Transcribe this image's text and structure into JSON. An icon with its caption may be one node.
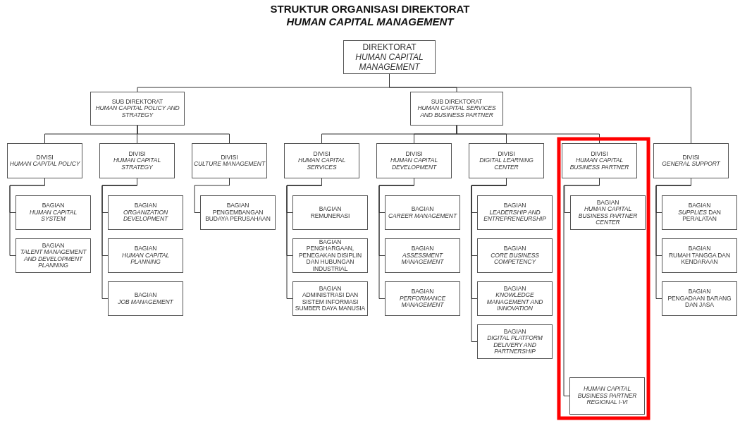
{
  "diagram": {
    "title": "STRUKTUR ORGANISASI DIREKTORAT *HUMAN CAPITAL MANAGEMENT*",
    "nodes": [
      {
        "text": [
          "DIREKTORAT",
          "*HUMAN CAPITAL MANAGEMENT*"
        ]
      },
      {
        "text": [
          "SUB DIREKTORAT",
          "*HUMAN CAPITAL POLICY AND STRATEGY*"
        ]
      },
      {
        "text": [
          "SUB DIREKTORAT",
          "*HUMAN CAPITAL SERVICES AND BUSINESS PARTNER*"
        ]
      },
      {
        "text": [
          "DIVISI",
          "*HUMAN CAPITAL POLICY*"
        ]
      },
      {
        "text": [
          "BAGIAN",
          "*HUMAN CAPITAL SYSTEM*"
        ]
      },
      {
        "text": [
          "BAGIAN",
          "*TALENT MANAGEMENT AND DEVELOPMENT PLANNING*"
        ]
      },
      {
        "text": [
          "DIVISI",
          "*HUMAN CAPITAL STRATEGY*"
        ]
      },
      {
        "text": [
          "BAGIAN",
          "*ORGANIZATION DEVELOPMENT*"
        ]
      },
      {
        "text": [
          "BAGIAN",
          "*HUMAN CAPITAL PLANNING*"
        ]
      },
      {
        "text": [
          "BAGIAN",
          "*JOB MANAGEMENT*"
        ]
      },
      {
        "text": [
          "DIVISI",
          "*CULTURE MANAGEMENT*"
        ]
      },
      {
        "text": [
          "BAGIAN",
          "PENGEMBANGAN BUDAYA PERUSAHAAN"
        ]
      },
      {
        "text": [
          "DIVISI",
          "*HUMAN CAPITAL SERVICES*"
        ]
      },
      {
        "text": [
          "BAGIAN",
          "REMUNERASI"
        ]
      },
      {
        "text": [
          "BAGIAN",
          "PENGHARGAAN, PENEGAKAN DISIPLIN DAN HUBUNGAN INDUSTRIAL"
        ]
      },
      {
        "text": [
          "BAGIAN",
          "ADMINISTRASI DAN SISTEM INFORMASI SUMBER DAYA MANUSIA"
        ]
      },
      {
        "text": [
          "DIVISI",
          "*HUMAN CAPITAL DEVELOPMENT*"
        ]
      },
      {
        "text": [
          "BAGIAN",
          "*CAREER MANAGEMENT*"
        ]
      },
      {
        "text": [
          "BAGIAN",
          "*ASSESSMENT MANAGEMENT*"
        ]
      },
      {
        "text": [
          "BAGIAN",
          "*PERFORMANCE MANAGEMENT*"
        ]
      },
      {
        "text": [
          "DIVISI",
          "*DIGITAL LEARNING CENTER*"
        ]
      },
      {
        "text": [
          "BAGIAN",
          "*LEADERSHIP AND ENTREPRENEURSHIP*"
        ]
      },
      {
        "text": [
          "BAGIAN",
          "*CORE BUSINESS COMPETENCY*"
        ]
      },
      {
        "text": [
          "BAGIAN",
          "*KNOWLEDGE MANAGEMENT AND INNOVATION*"
        ]
      },
      {
        "text": [
          "BAGIAN",
          "*DIGITAL PLATFORM DELIVERY AND PARTNERSHIP*"
        ]
      },
      {
        "text": [
          "DIVISI",
          "*HUMAN CAPITAL BUSINESS PARTNER*"
        ]
      },
      {
        "text": [
          "BAGIAN",
          "*HUMAN CAPITAL BUSINESS PARTNER CENTER*"
        ]
      },
      {
        "text": [
          "*HUMAN CAPITAL BUSINESS PARTNER REGIONAL I-VI*"
        ]
      },
      {
        "text": [
          "DIVISI",
          "*GENERAL SUPPORT*"
        ]
      },
      {
        "text": [
          "BAGIAN",
          "*SUPPLIES* DAN PERALATAN"
        ]
      },
      {
        "text": [
          "BAGIAN",
          "RUMAH TANGGA DAN KENDARAAN"
        ]
      },
      {
        "text": [
          "BAGIAN",
          "PENGADAAN BARANG DAN JASA"
        ]
      }
    ],
    "edges": [
      {
        "from": 0,
        "to": 1,
        "arrow": "none"
      },
      {
        "from": 0,
        "to": 2,
        "arrow": "none"
      },
      {
        "from": 0,
        "to": 28,
        "arrow": "none"
      },
      {
        "from": 1,
        "to": 3,
        "arrow": "none"
      },
      {
        "from": 1,
        "to": 6,
        "arrow": "none"
      },
      {
        "from": 1,
        "to": 10,
        "arrow": "none"
      },
      {
        "from": 2,
        "to": 12,
        "arrow": "none"
      },
      {
        "from": 2,
        "to": 16,
        "arrow": "none"
      },
      {
        "from": 2,
        "to": 20,
        "arrow": "none"
      },
      {
        "from": 2,
        "to": 25,
        "arrow": "none"
      },
      {
        "from": 3,
        "to": 4,
        "arrow": "none"
      },
      {
        "from": 3,
        "to": 5,
        "arrow": "none"
      },
      {
        "from": 6,
        "to": 7,
        "arrow": "none"
      },
      {
        "from": 6,
        "to": 8,
        "arrow": "none"
      },
      {
        "from": 6,
        "to": 9,
        "arrow": "none"
      },
      {
        "from": 10,
        "to": 11,
        "arrow": "none"
      },
      {
        "from": 12,
        "to": 13,
        "arrow": "none"
      },
      {
        "from": 12,
        "to": 14,
        "arrow": "none"
      },
      {
        "from": 12,
        "to": 15,
        "arrow": "none"
      },
      {
        "from": 16,
        "to": 17,
        "arrow": "none"
      },
      {
        "from": 16,
        "to": 18,
        "arrow": "none"
      },
      {
        "from": 16,
        "to": 19,
        "arrow": "none"
      },
      {
        "from": 20,
        "to": 21,
        "arrow": "none"
      },
      {
        "from": 20,
        "to": 22,
        "arrow": "none"
      },
      {
        "from": 20,
        "to": 23,
        "arrow": "none"
      },
      {
        "from": 20,
        "to": 24,
        "arrow": "none"
      },
      {
        "from": 25,
        "to": 26,
        "arrow": "none"
      },
      {
        "from": 25,
        "to": 27,
        "arrow": "none"
      },
      {
        "from": 28,
        "to": 29,
        "arrow": "none"
      },
      {
        "from": 28,
        "to": 30,
        "arrow": "none"
      },
      {
        "from": 28,
        "to": 31,
        "arrow": "none"
      }
    ]
  }
}
